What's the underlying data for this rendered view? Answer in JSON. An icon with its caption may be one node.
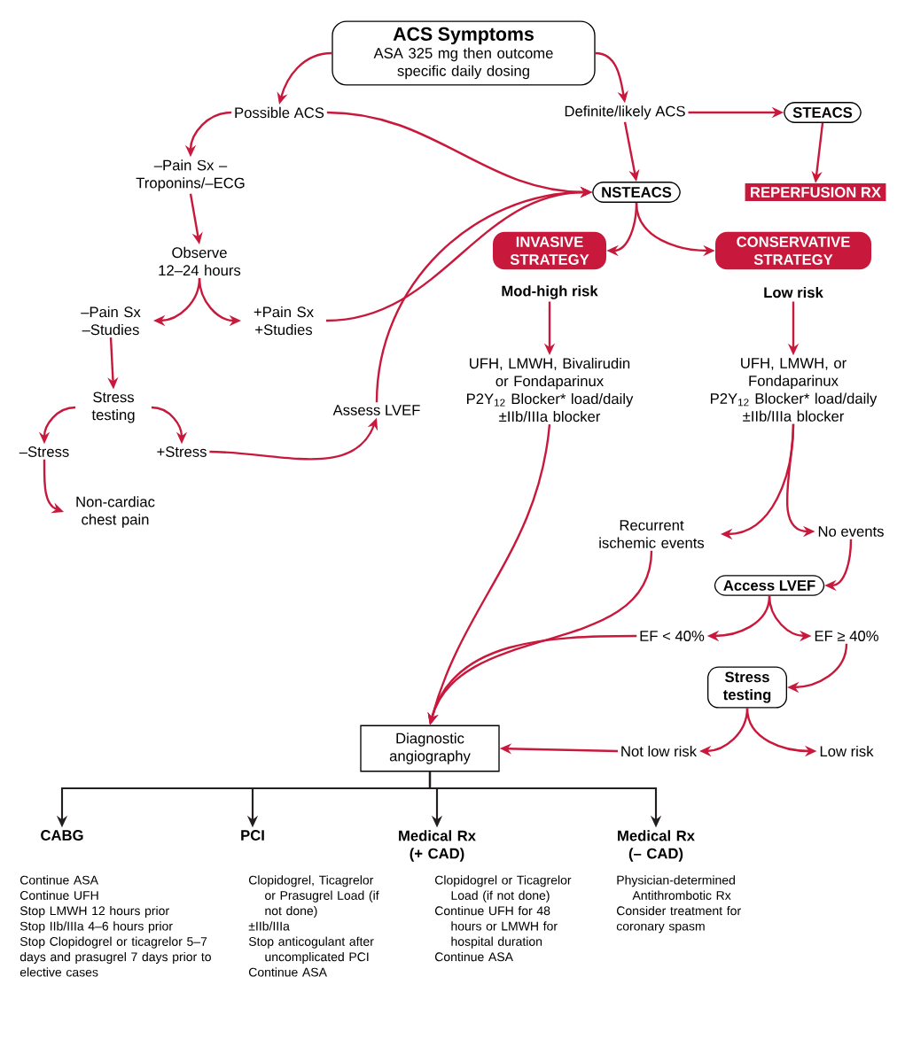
{
  "diagram": {
    "nodes": [
      {
        "text": [
          "ACS Symptoms",
          "ASA 325 mg then outcome specific daily dosing"
        ]
      },
      {
        "text": [
          "Possible ACS"
        ]
      },
      {
        "text": [
          "Definite/likely ACS"
        ]
      },
      {
        "text": [
          "STEACS"
        ]
      },
      {
        "text": [
          "–Pain Sx –Troponins/–ECG"
        ]
      },
      {
        "text": [
          "NSTEACS"
        ]
      },
      {
        "text": [
          "REPERFUSION RX"
        ]
      },
      {
        "text": [
          "Observe 12–24 hours"
        ]
      },
      {
        "text": [
          "INVASIVE STRATEGY"
        ],
        "beside": [
          "Mod-high risk"
        ]
      },
      {
        "text": [
          "CONSERVATIVE STRATEGY"
        ],
        "beside": [
          "Low risk"
        ]
      },
      {
        "text": [
          "–Pain Sx –Studies"
        ]
      },
      {
        "text": [
          "+Pain Sx +Studies"
        ]
      },
      {
        "text": [
          "UFH, LMWH, Bivalirudin or Fondaparinux",
          "P2Y$_{12}$ Blocker* load/daily",
          "±IIb/IIIa blocker"
        ]
      },
      {
        "text": [
          "UFH, LMWH, or Fondaparinux",
          "P2Y$_{12}$ Blocker* load/daily",
          "±IIb/IIIa blocker"
        ]
      },
      {
        "text": [
          "Stress testing"
        ]
      },
      {
        "text": [
          "Assess LVEF"
        ]
      },
      {
        "text": [
          "–Stress"
        ]
      },
      {
        "text": [
          "+Stress"
        ]
      },
      {
        "text": [
          "Non-cardiac chest pain"
        ]
      },
      {
        "text": [
          "Recurrent ischemic events"
        ]
      },
      {
        "text": [
          "No events"
        ]
      },
      {
        "text": [
          "Access LVEF"
        ]
      },
      {
        "text": [
          "EF < 40%"
        ]
      },
      {
        "text": [
          "EF ≥ 40%"
        ]
      },
      {
        "text": [
          "Stress testing"
        ]
      },
      {
        "text": [
          "Diagnostic angiography"
        ]
      },
      {
        "text": [
          "Not low risk"
        ]
      },
      {
        "text": [
          "Low risk"
        ]
      },
      {
        "text": [
          "CABG"
        ],
        "beside": [
          "Continue ASA",
          "Continue UFH",
          "Stop LMWH 12 hours prior",
          "Stop IIb/IIIa 4–6 hours prior",
          "Stop Clopidogrel or ticagrelor 5–7 days and prasugrel 7 days prior to elective cases"
        ]
      },
      {
        "text": [
          "PCI"
        ],
        "beside": [
          "Clopidogrel, Ticagrelor or Prasugrel Load (if not done)",
          "±IIb/IIIa",
          "Stop anticogulant after uncomplicated PCI",
          "Continue ASA"
        ]
      },
      {
        "text": [
          "Medical Rx (+ CAD)"
        ],
        "beside": [
          "Clopidogrel or Ticagrelor Load (if not done)",
          "Continue UFH for 48 hours or LMWH for hospital duration",
          "Continue ASA"
        ]
      },
      {
        "text": [
          "Medical Rx (– CAD)"
        ],
        "beside": [
          "Physician-determined Antithrombotic Rx",
          "Consider treatment for coronary spasm"
        ]
      }
    ],
    "edges": [
      {
        "from": 0,
        "to": 1,
        "arrow": "to"
      },
      {
        "from": 0,
        "to": 2,
        "arrow": "to"
      },
      {
        "from": 2,
        "to": 3,
        "arrow": "to"
      },
      {
        "from": 2,
        "to": 5,
        "arrow": "to"
      },
      {
        "from": 3,
        "to": 6,
        "arrow": "to"
      },
      {
        "from": 1,
        "to": 4,
        "arrow": "to"
      },
      {
        "from": 4,
        "to": 7,
        "arrow": "to"
      },
      {
        "from": 7,
        "to": 10,
        "arrow": "to"
      },
      {
        "from": 7,
        "to": 11,
        "arrow": "to"
      },
      {
        "from": 10,
        "to": 14,
        "arrow": "to"
      },
      {
        "from": 14,
        "to": 16,
        "arrow": "to"
      },
      {
        "from": 14,
        "to": 17,
        "arrow": "to"
      },
      {
        "from": 16,
        "to": 18,
        "arrow": "to"
      },
      {
        "from": 17,
        "to": 15,
        "arrow": "to"
      },
      {
        "from": 1,
        "to": 5,
        "arrow": "to"
      },
      {
        "from": 11,
        "to": 5,
        "arrow": "to"
      },
      {
        "from": 15,
        "to": 5,
        "arrow": "to"
      },
      {
        "from": 5,
        "to": 8,
        "arrow": "to"
      },
      {
        "from": 5,
        "to": 9,
        "arrow": "to"
      },
      {
        "from": 8,
        "to": 12,
        "arrow": "to"
      },
      {
        "from": 9,
        "to": 13,
        "arrow": "to"
      },
      {
        "from": 12,
        "to": 25,
        "arrow": "to"
      },
      {
        "from": 13,
        "to": 19,
        "arrow": "to"
      },
      {
        "from": 13,
        "to": 20,
        "arrow": "to"
      },
      {
        "from": 19,
        "to": 25,
        "arrow": "to"
      },
      {
        "from": 20,
        "to": 21,
        "arrow": "to"
      },
      {
        "from": 21,
        "to": 22,
        "arrow": "to"
      },
      {
        "from": 21,
        "to": 23,
        "arrow": "to"
      },
      {
        "from": 22,
        "to": 25,
        "arrow": "to"
      },
      {
        "from": 23,
        "to": 24,
        "arrow": "to"
      },
      {
        "from": 24,
        "to": 26,
        "arrow": "to"
      },
      {
        "from": 24,
        "to": 27,
        "arrow": "to"
      },
      {
        "from": 26,
        "to": 25,
        "arrow": "to"
      },
      {
        "from": 25,
        "to": 28,
        "arrow": "to",
        "color": "#231f20"
      },
      {
        "from": 25,
        "to": 29,
        "arrow": "to",
        "color": "#231f20"
      },
      {
        "from": 25,
        "to": 30,
        "arrow": "to",
        "color": "#231f20"
      },
      {
        "from": 25,
        "to": 31,
        "arrow": "to",
        "color": "#231f20"
      }
    ]
  }
}
